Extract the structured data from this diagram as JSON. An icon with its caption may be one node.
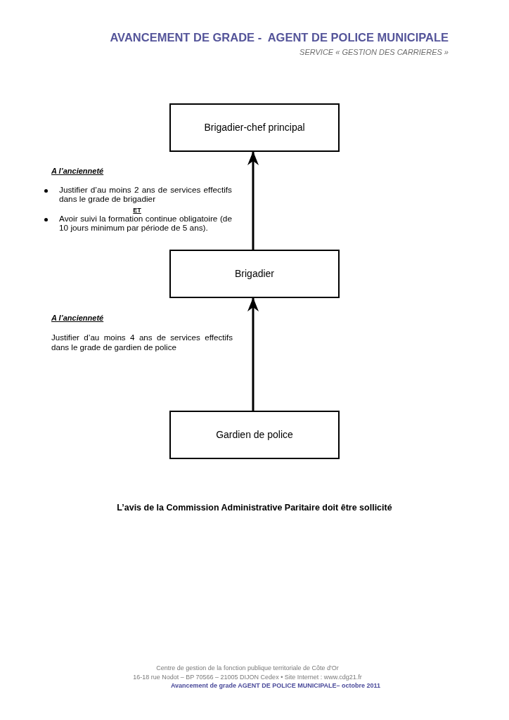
{
  "diagram": {
    "title": "AVANCEMENT DE GRADE -  AGENT DE POLICE MUNICIPALE",
    "nodes": [
      {
        "text": [
          "Brigadier-chef principal"
        ]
      },
      {
        "text": [
          "Brigadier"
        ]
      },
      {
        "text": [
          "Gardien de police"
        ]
      }
    ],
    "edges": [
      {
        "from": 2,
        "to": 1,
        "arrow": "to"
      },
      {
        "from": 1,
        "to": 0,
        "arrow": "to"
      }
    ],
    "labels": [
      "SERVICE « GESTION DES CARRIERES »",
      "A l’ancienneté",
      "Justifier d’au moins 2 ans de services effectifs dans le grade de brigadier",
      "ET",
      "Avoir suivi la formation continue obligatoire (de 10 jours minimum par période de 5 ans).",
      "A l’ancienneté",
      "Justifier d’au moins 4 ans de services effectifs dans le grade de gardien de police",
      "L’avis de la Commission Administrative Paritaire doit être sollicité",
      "Centre de gestion de la fonction publique territoriale de Côte d'Or",
      "16-18 rue Nodot – BP 70566 – 21005 DIJON Cedex • Site Internet : www.cdg21.fr",
      "Avancement de grade AGENT DE POLICE MUNICIPALE– octobre 2011"
    ]
  }
}
